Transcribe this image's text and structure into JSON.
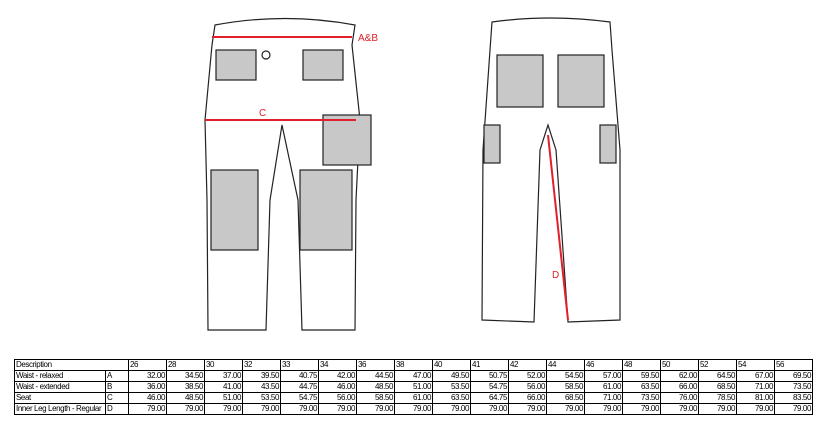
{
  "drawing_labels": {
    "ab": "A&B",
    "c": "C",
    "d": "D"
  },
  "colors": {
    "measure": "#e0202a",
    "panel": "#c8c8c8"
  },
  "table": {
    "header_label": "Description",
    "sizes": [
      "26",
      "28",
      "30",
      "32",
      "33",
      "34",
      "36",
      "38",
      "40",
      "41",
      "42",
      "44",
      "46",
      "48",
      "50",
      "52",
      "54",
      "56"
    ],
    "rows": [
      {
        "description": "Waist - relaxed",
        "code": "A",
        "values": [
          "32.00",
          "34.50",
          "37.00",
          "39.50",
          "40.75",
          "42.00",
          "44.50",
          "47.00",
          "49.50",
          "50.75",
          "52.00",
          "54.50",
          "57.00",
          "59.50",
          "62.00",
          "64.50",
          "67.00",
          "69.50"
        ]
      },
      {
        "description": "Waist - extended",
        "code": "B",
        "values": [
          "36.00",
          "38.50",
          "41.00",
          "43.50",
          "44.75",
          "46.00",
          "48.50",
          "51.00",
          "53.50",
          "54.75",
          "56.00",
          "58.50",
          "61.00",
          "63.50",
          "66.00",
          "68.50",
          "71.00",
          "73.50"
        ]
      },
      {
        "description": "Seat",
        "code": "C",
        "values": [
          "46.00",
          "48.50",
          "51.00",
          "53.50",
          "54.75",
          "56.00",
          "58.50",
          "61.00",
          "63.50",
          "64.75",
          "66.00",
          "68.50",
          "71.00",
          "73.50",
          "76.00",
          "78.50",
          "81.00",
          "83.50"
        ]
      },
      {
        "description": "Inner Leg Length - Regular",
        "code": "D",
        "values": [
          "79.00",
          "79.00",
          "79.00",
          "79.00",
          "79.00",
          "79.00",
          "79.00",
          "79.00",
          "79.00",
          "79.00",
          "79.00",
          "79.00",
          "79.00",
          "79.00",
          "79.00",
          "79.00",
          "79.00",
          "79.00"
        ]
      }
    ]
  }
}
